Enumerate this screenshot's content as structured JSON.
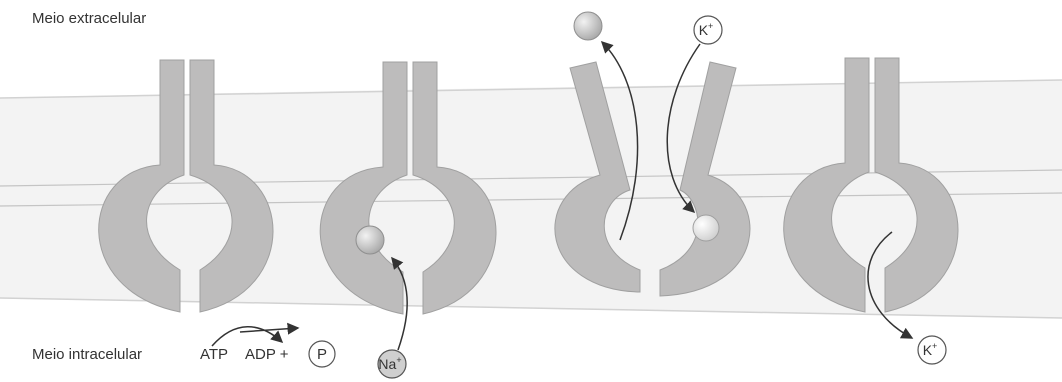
{
  "labels": {
    "extracellular": "Meio extracelular",
    "intracellular": "Meio intracelular"
  },
  "reaction": {
    "atp": "ATP",
    "adp": "ADP +",
    "phosphate": "P"
  },
  "ions": {
    "sodium": {
      "symbol": "Na",
      "charge": "+"
    },
    "potassium_out": {
      "symbol": "K",
      "charge": "+"
    },
    "potassium_in": {
      "symbol": "K",
      "charge": "+"
    }
  },
  "colors": {
    "membrane_bg": "#f3f3f3",
    "membrane_line": "#c8c8c8",
    "protein": "#bdbcbc",
    "protein_stroke": "#9a9a9a",
    "arrow": "#333333",
    "ion_sphere": "#c9c9c9",
    "ion_circle_fill": "#ffffff"
  }
}
